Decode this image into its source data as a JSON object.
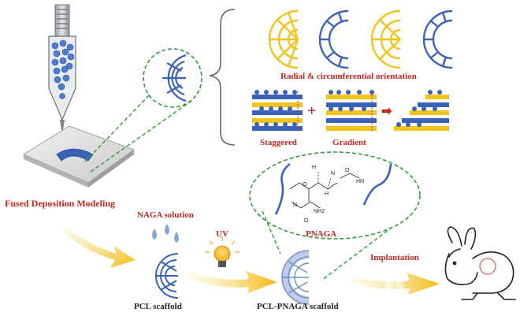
{
  "labels": {
    "orientation": "Radial & circumferential orientation",
    "staggered": "Staggered",
    "gradient": "Gradient",
    "fdm": "Fused Deposition Modeling",
    "naga_solution": "NAGA solution",
    "uv": "UV",
    "pnaga": "PNAGA",
    "implantation": "Implantation",
    "pcl_scaffold": "PCL scaffold",
    "pcl_pnaga_scaffold": "PCL-PNAGA scaffold"
  },
  "symbols": {
    "plus": "+",
    "arrow": "➡"
  },
  "chem": {
    "H": "H",
    "N": "N",
    "O": "O",
    "NH2": "NH2",
    "HN": "HN"
  },
  "watermark": "南极",
  "colors": {
    "blue": "#3a63b8",
    "yellow": "#f2c41a",
    "green_dash": "#2f9a3a",
    "red": "#c0271f",
    "light_blue": "#b8c7e8",
    "arrow_yellow": "#f4c21a"
  }
}
